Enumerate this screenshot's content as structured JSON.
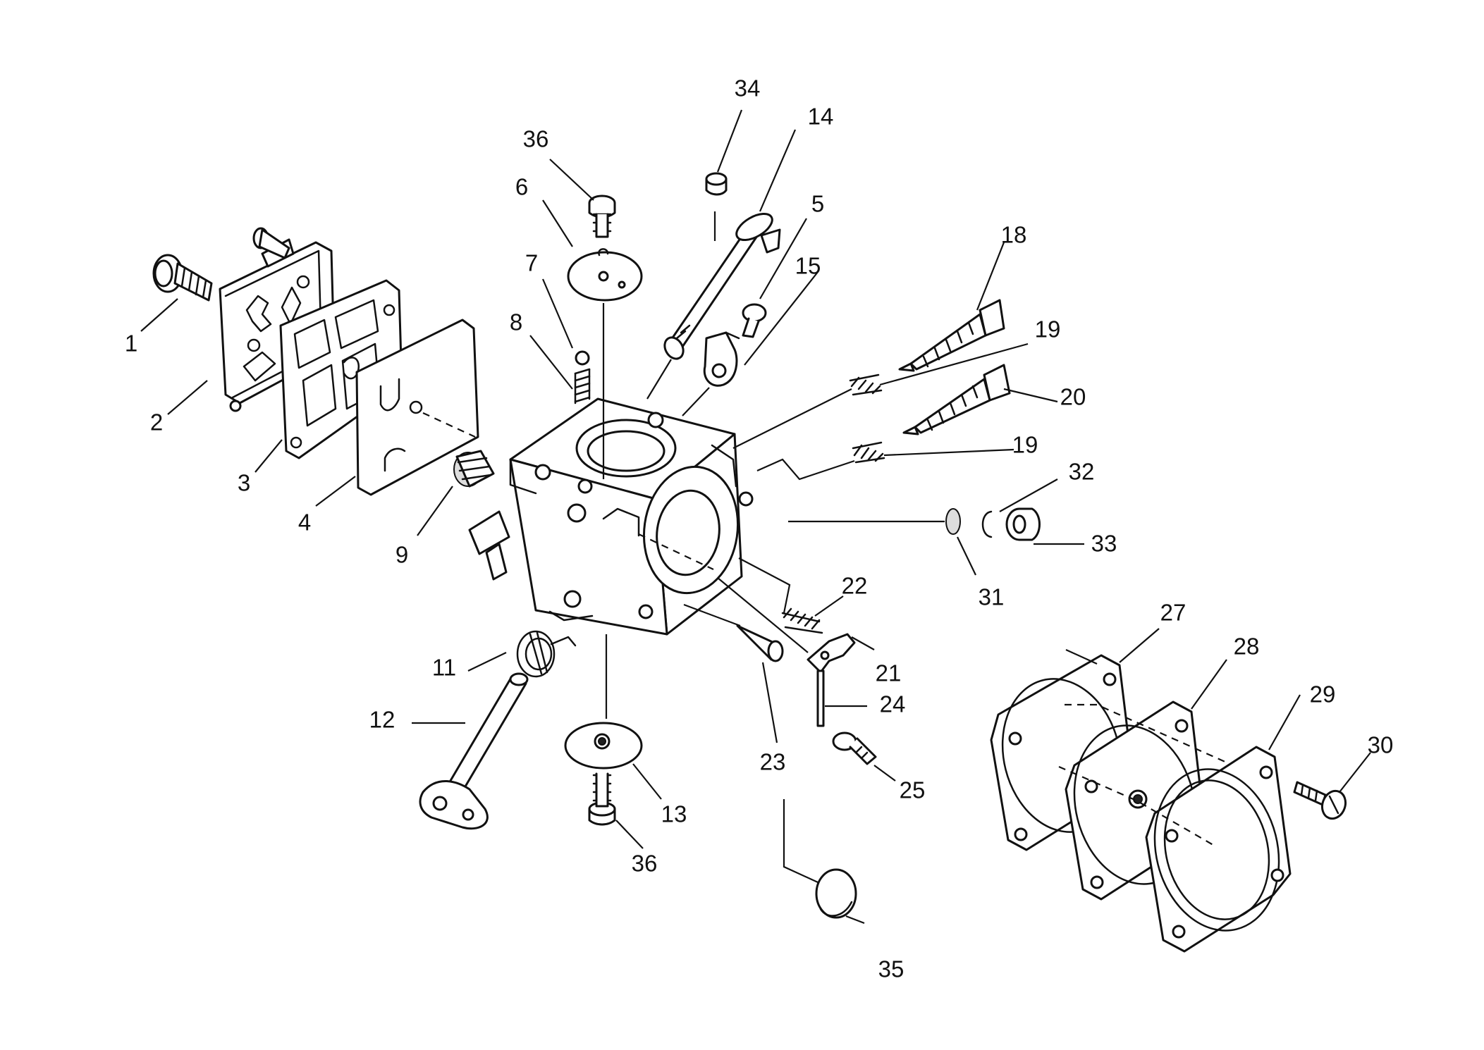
{
  "callouts": [
    {
      "id": "c1",
      "text": "1"
    },
    {
      "id": "c2",
      "text": "2"
    },
    {
      "id": "c3",
      "text": "3"
    },
    {
      "id": "c4",
      "text": "4"
    },
    {
      "id": "c5",
      "text": "5"
    },
    {
      "id": "c6",
      "text": "6"
    },
    {
      "id": "c7",
      "text": "7"
    },
    {
      "id": "c8",
      "text": "8"
    },
    {
      "id": "c9",
      "text": "9"
    },
    {
      "id": "c11",
      "text": "11"
    },
    {
      "id": "c12",
      "text": "12"
    },
    {
      "id": "c13",
      "text": "13"
    },
    {
      "id": "c14",
      "text": "14"
    },
    {
      "id": "c15",
      "text": "15"
    },
    {
      "id": "c18",
      "text": "18"
    },
    {
      "id": "c19a",
      "text": "19"
    },
    {
      "id": "c19b",
      "text": "19"
    },
    {
      "id": "c20",
      "text": "20"
    },
    {
      "id": "c21",
      "text": "21"
    },
    {
      "id": "c22",
      "text": "22"
    },
    {
      "id": "c23",
      "text": "23"
    },
    {
      "id": "c24",
      "text": "24"
    },
    {
      "id": "c25",
      "text": "25"
    },
    {
      "id": "c27",
      "text": "27"
    },
    {
      "id": "c28",
      "text": "28"
    },
    {
      "id": "c29",
      "text": "29"
    },
    {
      "id": "c30",
      "text": "30"
    },
    {
      "id": "c31",
      "text": "31"
    },
    {
      "id": "c32",
      "text": "32"
    },
    {
      "id": "c33",
      "text": "33"
    },
    {
      "id": "c34",
      "text": "34"
    },
    {
      "id": "c35",
      "text": "35"
    },
    {
      "id": "c36a",
      "text": "36"
    },
    {
      "id": "c36b",
      "text": "36"
    }
  ]
}
